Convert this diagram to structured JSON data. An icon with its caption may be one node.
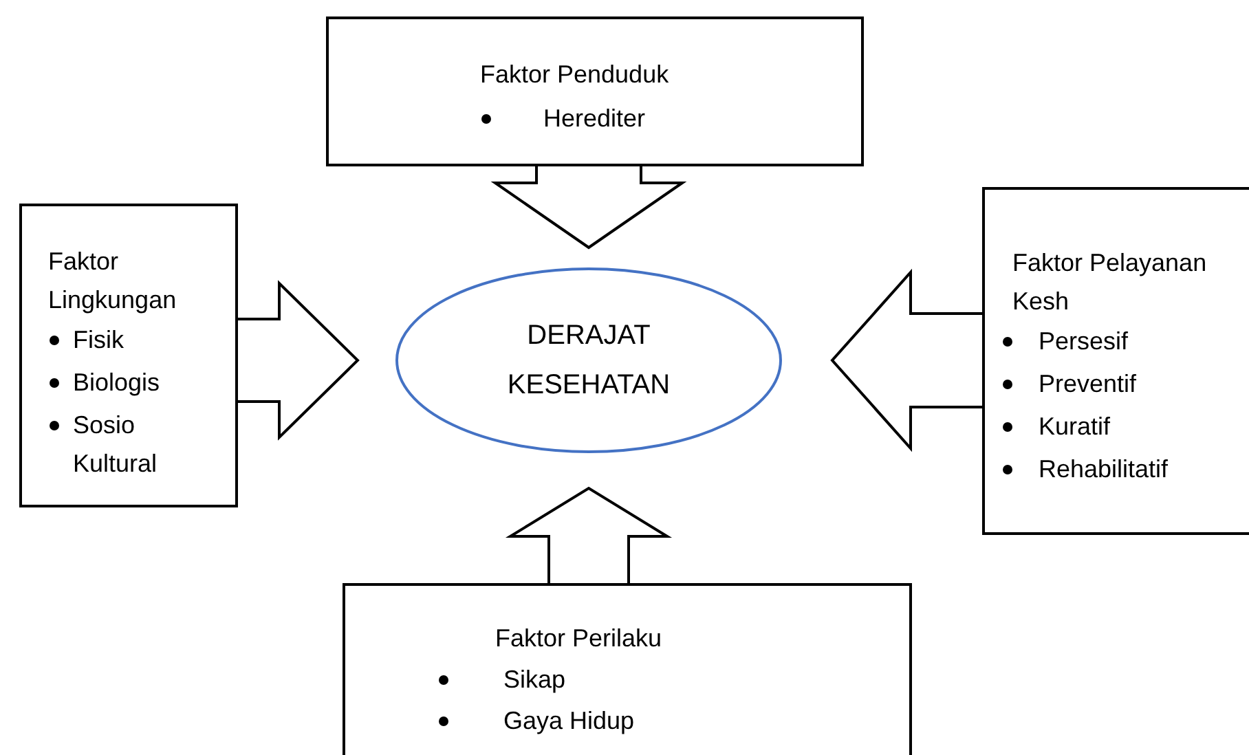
{
  "diagram": {
    "nodes": [
      {
        "text": [
          "Faktor Penduduk",
          "Herediter"
        ]
      },
      {
        "text": [
          "Faktor Lingkungan",
          "Fisik",
          "Biologis",
          "Sosio Kultural"
        ]
      },
      {
        "text": [
          "DERAJAT KESEHATAN"
        ]
      },
      {
        "text": [
          "Faktor Pelayanan Kesh",
          "Persesif",
          "Preventif",
          "Kuratif",
          "Rehabilitatif"
        ]
      },
      {
        "text": [
          "Faktor Perilaku",
          "Sikap",
          "Gaya Hidup"
        ]
      }
    ],
    "edges": [
      {
        "from": 0,
        "to": 2,
        "arrow": "to"
      },
      {
        "from": 1,
        "to": 2,
        "arrow": "to"
      },
      {
        "from": 3,
        "to": 2,
        "arrow": "to"
      },
      {
        "from": 4,
        "to": 2,
        "arrow": "to"
      }
    ]
  }
}
